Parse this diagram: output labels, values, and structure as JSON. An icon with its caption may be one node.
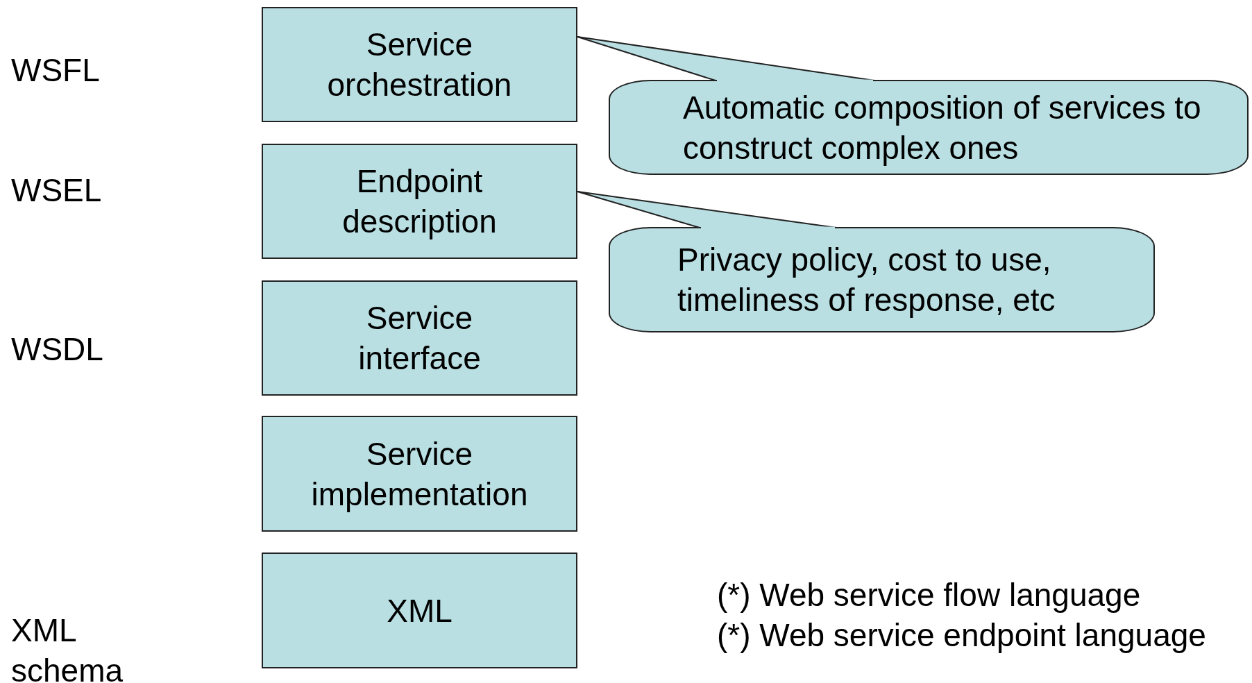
{
  "diagram": {
    "nodes": [
      {
        "text": [
          "Service orchestration"
        ]
      },
      {
        "text": [
          "Endpoint description"
        ]
      },
      {
        "text": [
          "Service interface"
        ]
      },
      {
        "text": [
          "Service implementation"
        ]
      },
      {
        "text": [
          "XML"
        ]
      },
      {
        "text": [
          "Automatic composition of services to construct complex ones"
        ]
      },
      {
        "text": [
          "Privacy policy, cost to use, timeliness of response, etc"
        ]
      }
    ],
    "edges": [
      {
        "from": 5,
        "to": 0,
        "arrow": "none"
      },
      {
        "from": 6,
        "to": 1,
        "arrow": "none"
      }
    ],
    "labels": [
      "WSFL",
      "WSEL",
      "WSDL",
      "XML schema",
      "(*) Web service flow language",
      "(*) Web service endpoint language"
    ]
  }
}
